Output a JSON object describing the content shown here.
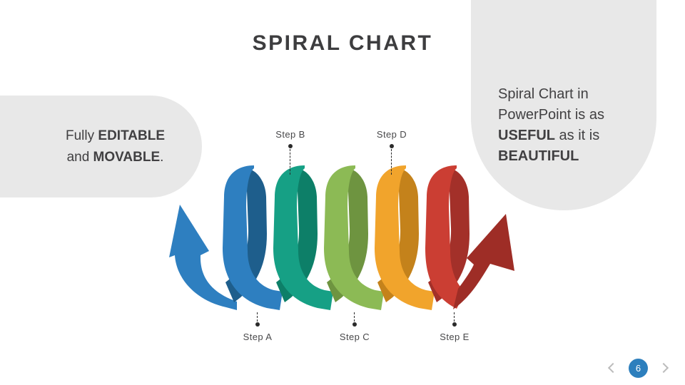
{
  "slide": {
    "title": "SPIRAL CHART",
    "background": "#ffffff"
  },
  "callout_left": {
    "bg": "#e8e8e8",
    "segments": [
      {
        "text": "Fully ",
        "bold": false
      },
      {
        "text": "EDITABLE",
        "bold": true
      },
      {
        "text": "\nand ",
        "bold": false
      },
      {
        "text": "MOVABLE",
        "bold": true
      },
      {
        "text": ".",
        "bold": false
      }
    ]
  },
  "callout_right": {
    "bg": "#e8e8e8",
    "segments": [
      {
        "text": "Spiral Chart in\nPowerPoint is as\n",
        "bold": false
      },
      {
        "text": "USEFUL",
        "bold": true
      },
      {
        "text": " as it is\n",
        "bold": false
      },
      {
        "text": "BEAUTIFUL",
        "bold": true
      }
    ]
  },
  "chart": {
    "type": "spiral-process-diagram",
    "steps": [
      {
        "label": "Step A",
        "position": "bottom"
      },
      {
        "label": "Step B",
        "position": "top"
      },
      {
        "label": "Step C",
        "position": "bottom"
      },
      {
        "label": "Step D",
        "position": "top"
      },
      {
        "label": "Step E",
        "position": "bottom"
      }
    ],
    "coils": [
      {
        "step": "Step A",
        "color": "#2e7fc0",
        "shade": "#1e5e8c"
      },
      {
        "step": "Step B",
        "color": "#16a085",
        "shade": "#0d7f68"
      },
      {
        "step": "Step C",
        "color": "#8cba55",
        "shade": "#6e9440"
      },
      {
        "step": "Step D",
        "color": "#f1a42c",
        "shade": "#c4821b"
      },
      {
        "step": "Step E",
        "color": "#cb3e33",
        "shade": "#a33029"
      }
    ],
    "arrow_start_color": "#2e7fc0",
    "arrow_end_color": "#9e2d26",
    "connector_color": "#2a2a2a",
    "label_color": "#48484a"
  },
  "nav": {
    "page": "6",
    "page_circle_color": "#2d7fbd",
    "chevron_color": "#bcbcbc"
  }
}
